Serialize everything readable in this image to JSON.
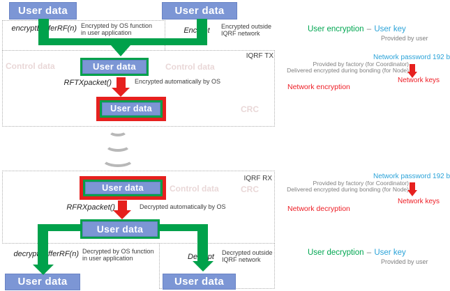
{
  "labels": {
    "user_data": "User data"
  },
  "tx": {
    "region": "IQRF TX",
    "encrypt_buffer_fn": "encryptBufferRF(n)",
    "encrypt_buffer_desc1": "Encrypted by OS function",
    "encrypt_buffer_desc2": "in user application",
    "encrypt_fn": "Encrypt",
    "encrypt_desc1": "Encrypted outside",
    "encrypt_desc2": "IQRF network",
    "rftx_fn": "RFTXpacket()",
    "rftx_desc": "Encrypted automatically by OS",
    "ghost_left": "Control data",
    "ghost_right": "Control data",
    "ghost_crc": "CRC"
  },
  "rx": {
    "region": "IQRF RX",
    "rfrx_fn": "RFRXpacket()",
    "rfrx_desc": "Decrypted automatically by OS",
    "decrypt_buffer_fn": "decryptBufferRF(n)",
    "decrypt_buffer_desc1": "Decrypted by OS function",
    "decrypt_buffer_desc2": "in user application",
    "decrypt_fn": "Decrypt",
    "decrypt_desc1": "Decrypted outside",
    "decrypt_desc2": "IQRF network",
    "ghost_control": "Control data",
    "ghost_crc": "CRC"
  },
  "legend_tx": {
    "user_title": "User encryption",
    "dash": "–",
    "user_key": "User key",
    "user_sub": "Provided by user",
    "network_password": "Network password 192 b",
    "factory": "Provided by factory (for Coordinator)",
    "bonding": "Delivered encrypted during bonding (for Node)",
    "network_keys": "Network keys",
    "network_title": "Network encryption"
  },
  "legend_rx": {
    "user_title": "User decryption",
    "dash": "–",
    "user_key": "User key",
    "user_sub": "Provided by user",
    "network_password": "Network password 192 b",
    "factory": "Provided by factory (for Coordinator)",
    "bonding": "Delivered encrypted during bonding (for Node)",
    "network_keys": "Network keys",
    "network_title": "Network decryption"
  },
  "colors": {
    "box_blue": "#7C96D5",
    "green": "#00A14B",
    "red": "#E6201E",
    "text_blue": "#29A2D8",
    "text_green": "#00A651",
    "text_red": "#ED1C24",
    "text_gray": "#7F7F7F",
    "text_dark": "#3D3D3D"
  }
}
